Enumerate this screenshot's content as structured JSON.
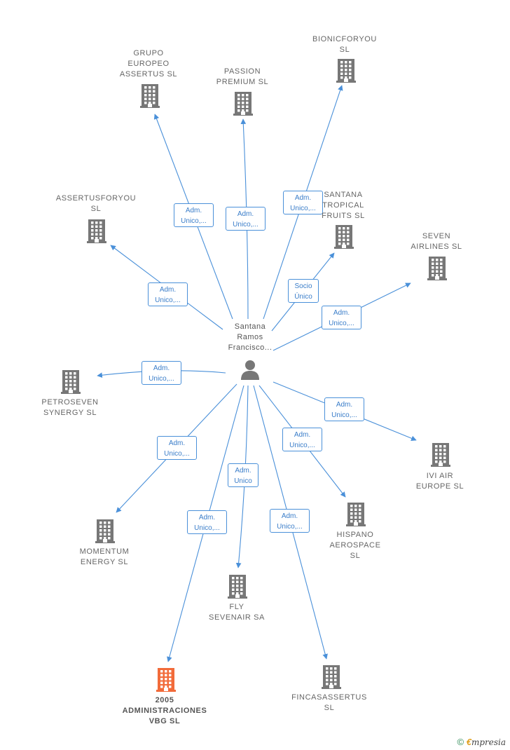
{
  "center": {
    "name": "Santana\nRamos\nFrancisco..."
  },
  "companies": [
    {
      "id": "grupo",
      "label": "GRUPO\nEUROPEO\nASSERTUS  SL",
      "highlight": false
    },
    {
      "id": "passion",
      "label": "PASSION\nPREMIUM  SL",
      "highlight": false
    },
    {
      "id": "bionic",
      "label": "BIONICFORYOU\nSL",
      "highlight": false
    },
    {
      "id": "assertusforyou",
      "label": "ASSERTUSFORYOU\nSL",
      "highlight": false
    },
    {
      "id": "tropical",
      "label": "SANTANA\nTROPICAL\nFRUITS  SL",
      "highlight": false
    },
    {
      "id": "seven",
      "label": "SEVEN\nAIRLINES  SL",
      "highlight": false
    },
    {
      "id": "petroseven",
      "label": "PETROSEVEN\nSYNERGY  SL",
      "highlight": false
    },
    {
      "id": "iviair",
      "label": "IVI AIR\nEUROPE  SL",
      "highlight": false
    },
    {
      "id": "momentum",
      "label": "MOMENTUM\nENERGY  SL",
      "highlight": false
    },
    {
      "id": "hispano",
      "label": "HISPANO\nAEROSPACE\nSL",
      "highlight": false
    },
    {
      "id": "fly",
      "label": "FLY\nSEVENAIR SA",
      "highlight": false
    },
    {
      "id": "vbg",
      "label": "2005\nADMINISTRACIONES\nVBG SL",
      "highlight": true
    },
    {
      "id": "finca",
      "label": "FINCASASSERTUS\nSL",
      "highlight": false
    }
  ],
  "relations": [
    {
      "target": "grupo",
      "label": "Adm.\nUnico,..."
    },
    {
      "target": "passion",
      "label": "Adm.\nUnico,..."
    },
    {
      "target": "bionic",
      "label": "Adm.\nUnico,..."
    },
    {
      "target": "assertusforyou",
      "label": "Adm.\nUnico,..."
    },
    {
      "target": "tropical",
      "label": "Socio\nÚnico"
    },
    {
      "target": "seven",
      "label": "Adm.\nUnico,..."
    },
    {
      "target": "petroseven",
      "label": "Adm.\nUnico,..."
    },
    {
      "target": "iviair",
      "label": "Adm.\nUnico,..."
    },
    {
      "target": "momentum",
      "label": "Adm.\nUnico,..."
    },
    {
      "target": "hispano",
      "label": "Adm.\nUnico,..."
    },
    {
      "target": "fly",
      "label": "Adm.\nUnico"
    },
    {
      "target": "vbg",
      "label": "Adm.\nUnico,..."
    },
    {
      "target": "finca",
      "label": "Adm.\nUnico,..."
    }
  ],
  "colors": {
    "edge": "#4a90d9",
    "building": "#777777",
    "highlight": "#f26b3a"
  },
  "footer": {
    "copyright": "©",
    "brand": "mpresia",
    "brand_initial": "€"
  }
}
